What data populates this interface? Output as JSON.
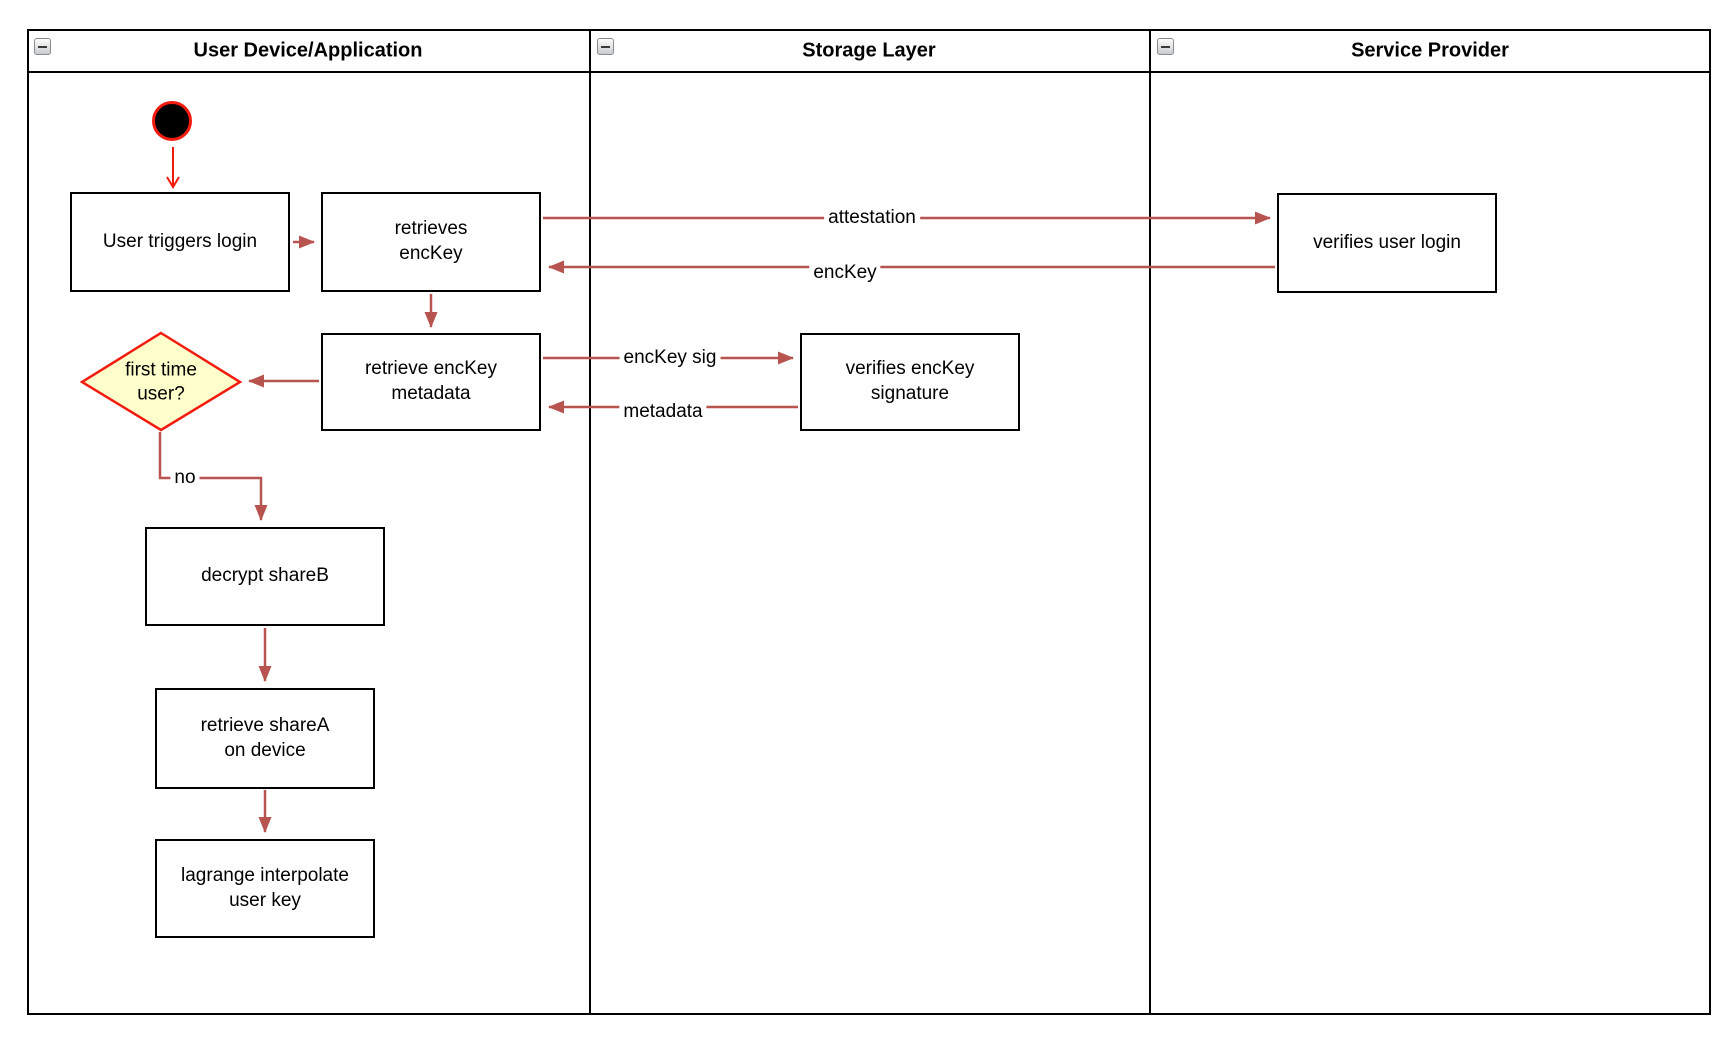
{
  "diagram": {
    "type": "activity-swimlane-flowchart",
    "lanes": [
      {
        "title": "User Device/Application",
        "collapse_icon": "minus"
      },
      {
        "title": "Storage Layer",
        "collapse_icon": "minus"
      },
      {
        "title": "Service Provider",
        "collapse_icon": "minus"
      }
    ],
    "nodes": {
      "start": {
        "kind": "initial-node"
      },
      "user_triggers_login": {
        "label": "User triggers login",
        "lane": "User Device/Application"
      },
      "retrieves_enckey": {
        "label": "retrieves\nencKey",
        "lane": "User Device/Application"
      },
      "retrieve_enckey_metadata": {
        "label": "retrieve encKey\nmetadata",
        "lane": "User Device/Application"
      },
      "first_time_user": {
        "label": "first time\nuser?",
        "kind": "decision",
        "lane": "User Device/Application"
      },
      "decrypt_shareb": {
        "label": "decrypt shareB",
        "lane": "User Device/Application"
      },
      "retrieve_sharea": {
        "label": "retrieve shareA\non device",
        "lane": "User Device/Application"
      },
      "lagrange_interpolate": {
        "label": "lagrange interpolate\nuser key",
        "lane": "User Device/Application"
      },
      "verifies_enckey_signature": {
        "label": "verifies encKey\nsignature",
        "lane": "Storage Layer"
      },
      "verifies_user_login": {
        "label": "verifies user login",
        "lane": "Service Provider"
      }
    },
    "edge_labels": {
      "attestation": "attestation",
      "enckey": "encKey",
      "enckey_sig": "encKey sig",
      "metadata": "metadata",
      "no": "no"
    },
    "colors": {
      "flow_arrow": "#b85450",
      "start_accent": "#f21b0e",
      "decision_fill": "#ffffcc",
      "decision_border": "#f21b0e",
      "shape_border": "#000000",
      "background": "#ffffff"
    }
  }
}
